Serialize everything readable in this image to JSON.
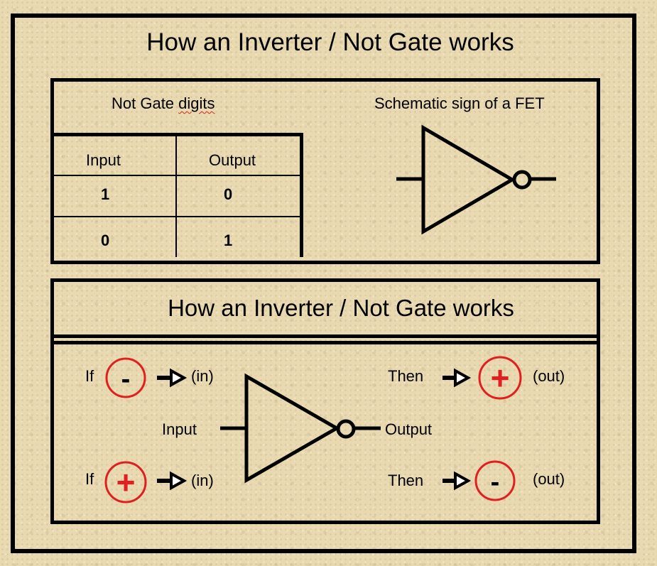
{
  "title": "How an Inverter / Not Gate works",
  "truth_table": {
    "heading_prefix": "Not Gate ",
    "heading_squiggly": "digits",
    "columns": [
      "Input",
      "Output"
    ],
    "rows": [
      [
        "1",
        "0"
      ],
      [
        "0",
        "1"
      ]
    ]
  },
  "schematic": {
    "caption": "Schematic sign of a FET"
  },
  "explanation": {
    "title": "How an Inverter / Not Gate works",
    "if_label": "If",
    "then_label": "Then",
    "in_label": "(in)",
    "out_label": "(out)",
    "input_label": "Input",
    "output_label": "Output",
    "minus_sign": "-",
    "plus_sign": "+"
  },
  "colors": {
    "sign_circle": "#e02020",
    "line": "#000000"
  }
}
